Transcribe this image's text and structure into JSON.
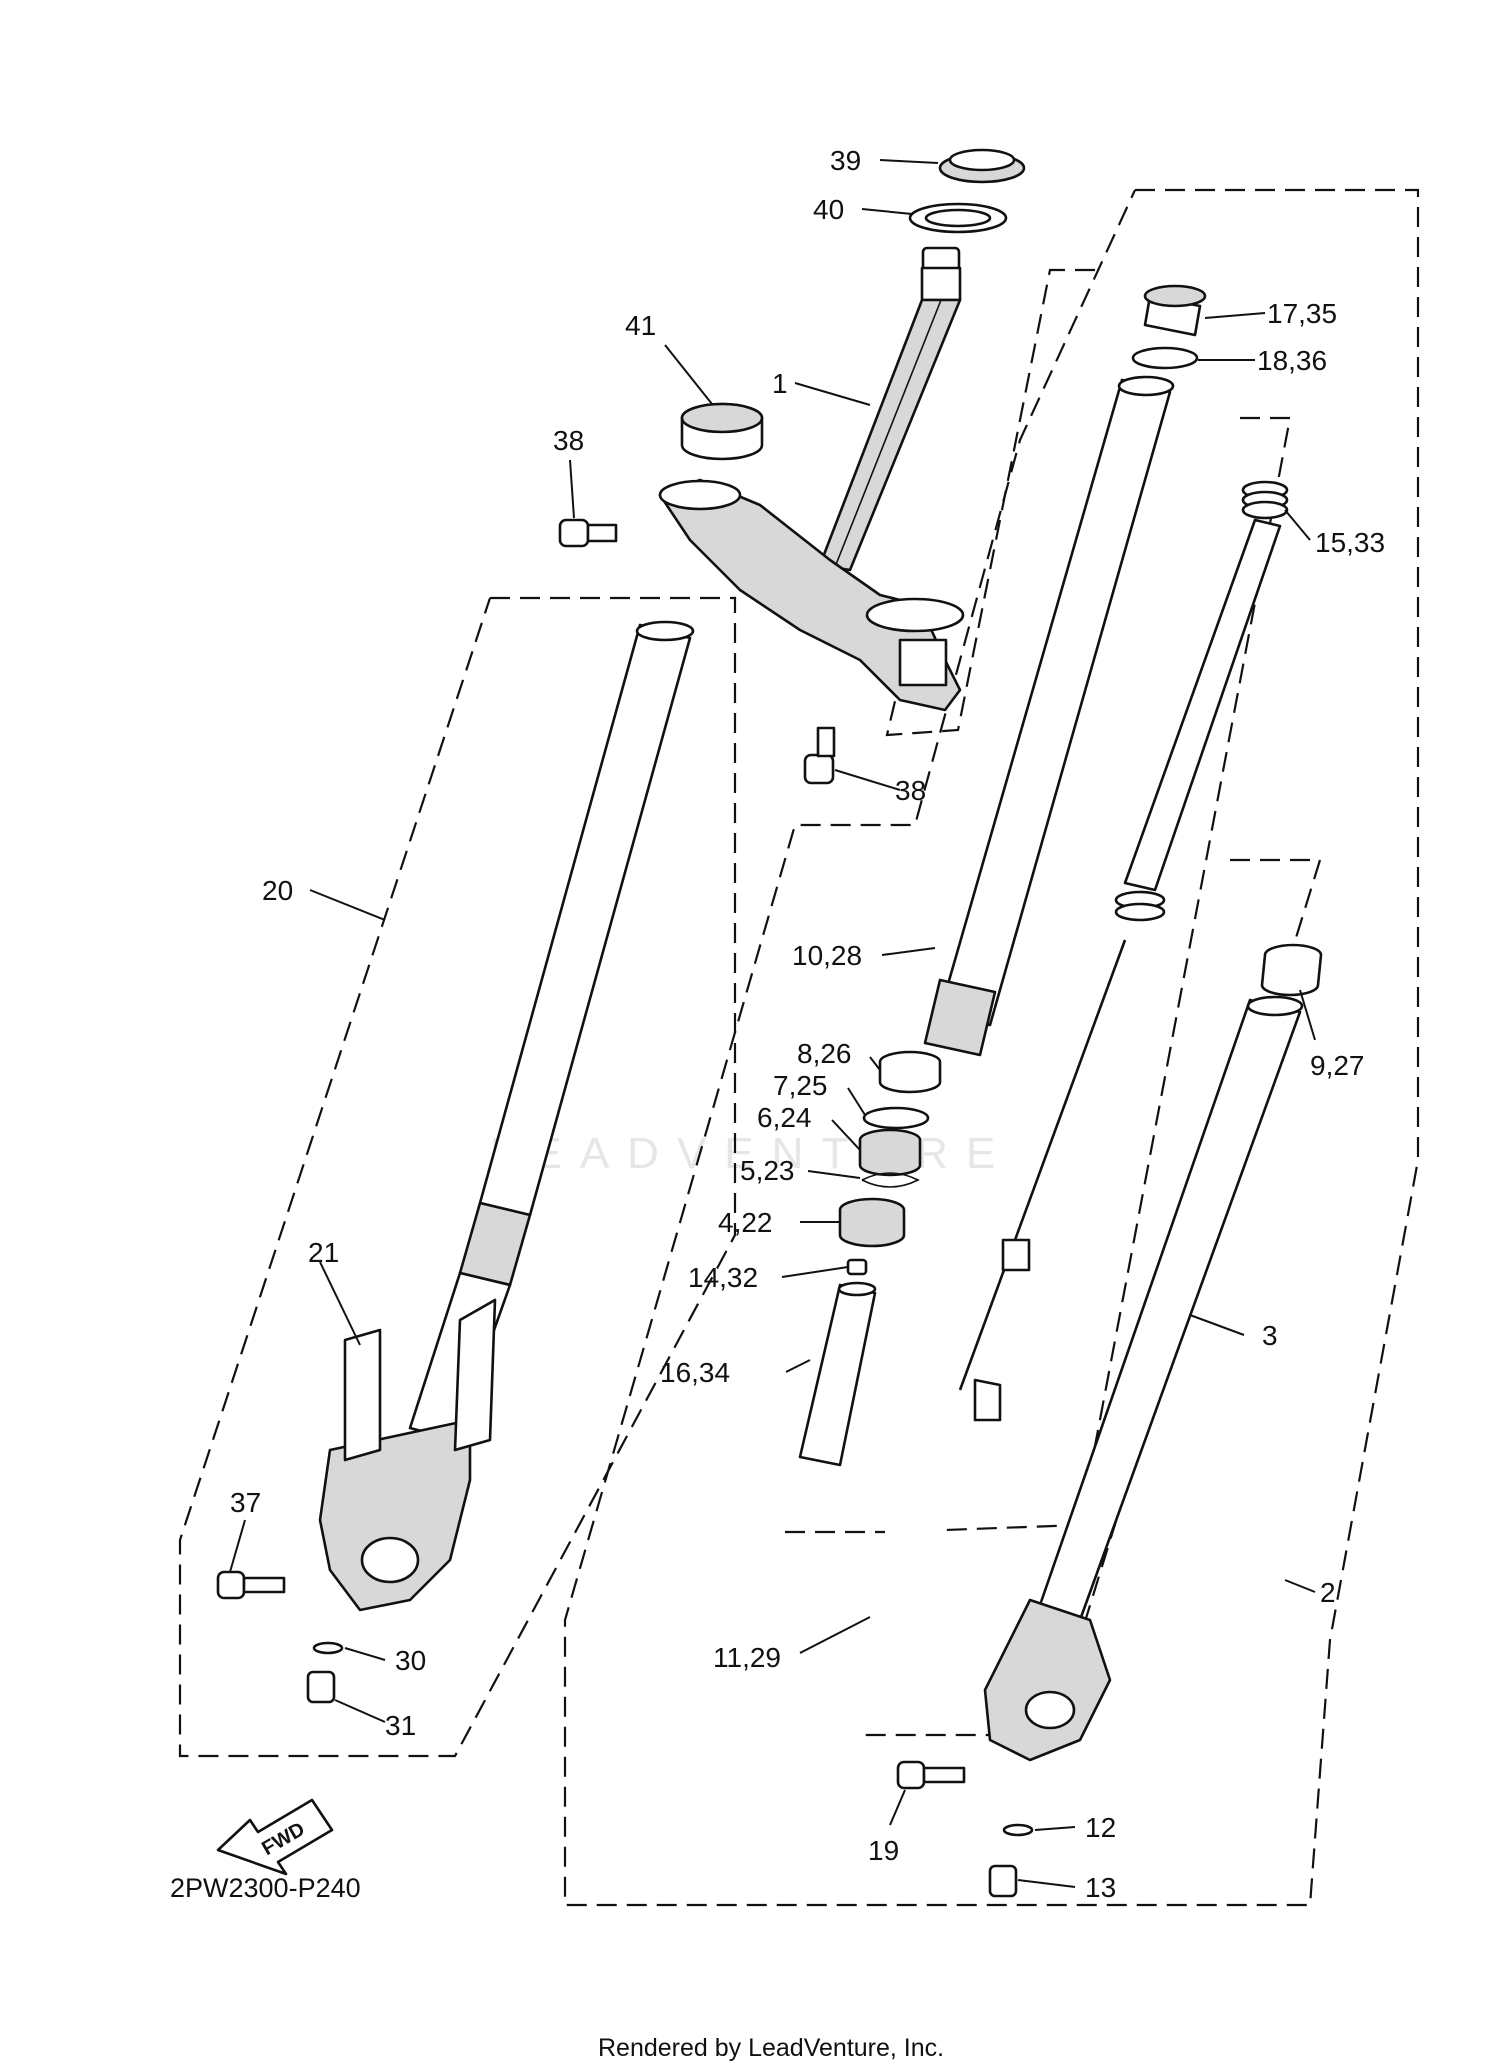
{
  "diagram_code": "2PW2300-P240",
  "footer_text": "Rendered by LeadVenture, Inc.",
  "watermark_text": "LEADVENTURE",
  "fwd_text": "FWD",
  "callouts": [
    {
      "id": "c39",
      "text": "39"
    },
    {
      "id": "c40",
      "text": "40"
    },
    {
      "id": "c41",
      "text": "41"
    },
    {
      "id": "c1",
      "text": "1"
    },
    {
      "id": "c38a",
      "text": "38"
    },
    {
      "id": "c38b",
      "text": "38"
    },
    {
      "id": "c17",
      "text": "17,35"
    },
    {
      "id": "c18",
      "text": "18,36"
    },
    {
      "id": "c15",
      "text": "15,33"
    },
    {
      "id": "c20",
      "text": "20"
    },
    {
      "id": "c10",
      "text": "10,28"
    },
    {
      "id": "c8",
      "text": "8,26"
    },
    {
      "id": "c7",
      "text": "7,25"
    },
    {
      "id": "c6",
      "text": "6,24"
    },
    {
      "id": "c5",
      "text": "5,23"
    },
    {
      "id": "c4",
      "text": "4,22"
    },
    {
      "id": "c14",
      "text": "14,32"
    },
    {
      "id": "c16",
      "text": "16,34"
    },
    {
      "id": "c9",
      "text": "9,27"
    },
    {
      "id": "c3",
      "text": "3"
    },
    {
      "id": "c21",
      "text": "21"
    },
    {
      "id": "c37",
      "text": "37"
    },
    {
      "id": "c30",
      "text": "30"
    },
    {
      "id": "c31",
      "text": "31"
    },
    {
      "id": "c2",
      "text": "2"
    },
    {
      "id": "c11",
      "text": "11,29"
    },
    {
      "id": "c19",
      "text": "19"
    },
    {
      "id": "c12",
      "text": "12"
    },
    {
      "id": "c13",
      "text": "13"
    }
  ]
}
